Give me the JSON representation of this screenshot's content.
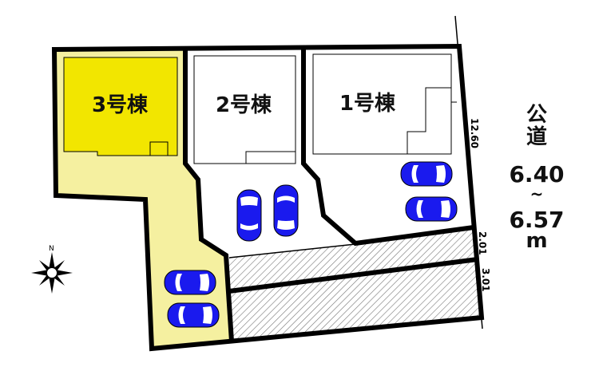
{
  "lots": [
    {
      "label": "3号棟",
      "color": "#f5f0a0",
      "house_color": "#f2e600"
    },
    {
      "label": "2号棟"
    },
    {
      "label": "1号棟"
    }
  ],
  "road": {
    "title_1": "公",
    "title_2": "道",
    "width_min": "6.40",
    "tilde": "~",
    "width_max": "6.57",
    "unit": "m"
  },
  "dimensions": {
    "frontage": "12.60",
    "strip_1": "2.01",
    "strip_2": "3.01"
  },
  "compass": {
    "north": "N"
  },
  "colors": {
    "car": "#1a1aee",
    "outline": "#000000"
  }
}
